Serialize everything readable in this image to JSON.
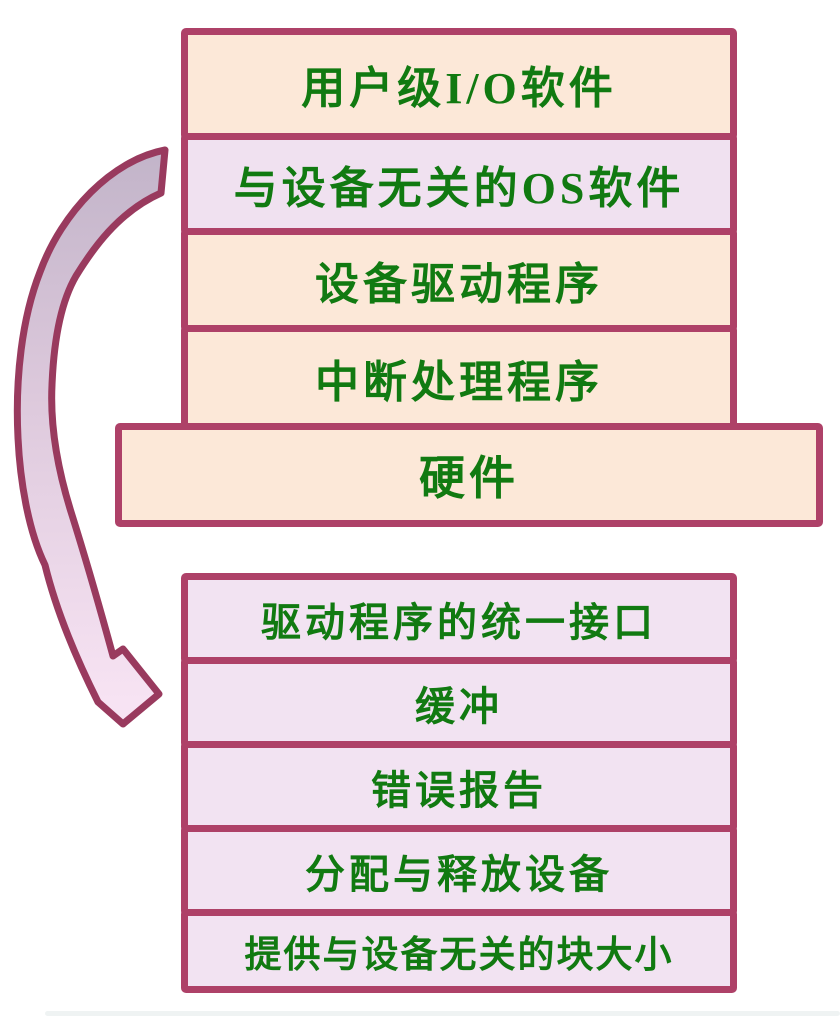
{
  "diagram": {
    "io_layers": {
      "items": [
        {
          "label": "用户级I/O软件",
          "highlighted": false
        },
        {
          "label": "与设备无关的OS软件",
          "highlighted": true
        },
        {
          "label": "设备驱动程序",
          "highlighted": false
        },
        {
          "label": "中断处理程序",
          "highlighted": false
        }
      ],
      "hardware": {
        "label": "硬件"
      }
    },
    "device_independent_functions": {
      "items": [
        {
          "label": "驱动程序的统一接口"
        },
        {
          "label": "缓冲"
        },
        {
          "label": "错误报告"
        },
        {
          "label": "分配与释放设备"
        },
        {
          "label": "提供与设备无关的块大小"
        }
      ]
    },
    "colors": {
      "box_border": "#ae4168",
      "cream_fill": "#fce8d8",
      "lavender_fill": "#f0e1f0",
      "bottom_fill": "#f2e3f2",
      "text_green": "#117a11",
      "arrow_stroke": "#993a5e",
      "arrow_fill_top": "#c2b4c9",
      "arrow_fill_bottom": "#f7e3f3"
    }
  }
}
